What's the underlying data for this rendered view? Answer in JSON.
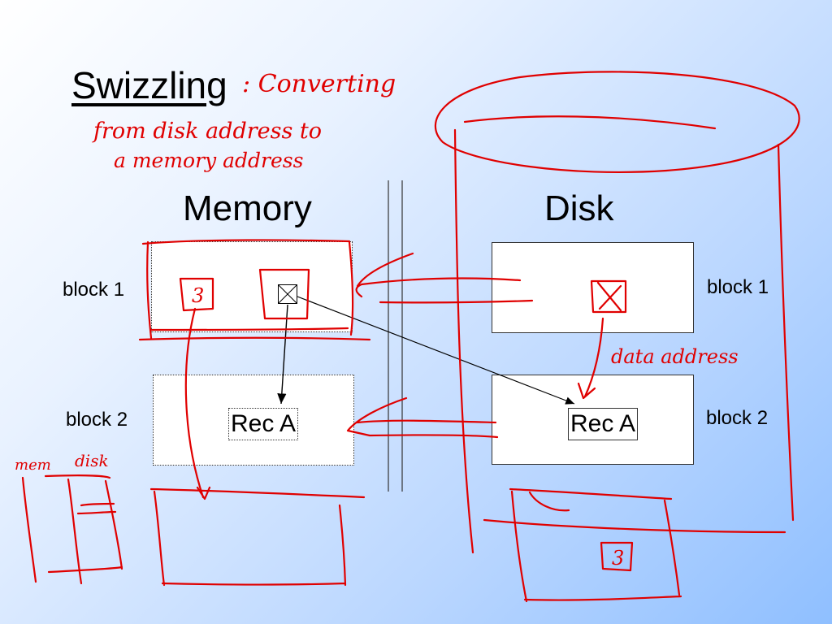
{
  "title": "Swizzling",
  "annotation": {
    "line1": ": Converting",
    "line2": "from disk address to",
    "line3": "a memory address",
    "data_address": "data address",
    "mem": "mem",
    "disk": "disk",
    "three_a": "3",
    "three_b": "3"
  },
  "memory": {
    "heading": "Memory",
    "block1_label": "block 1",
    "block2_label": "block 2",
    "record": "Rec A"
  },
  "disk": {
    "heading": "Disk",
    "block1_label": "block 1",
    "block2_label": "block 2",
    "record": "Rec A"
  },
  "colors": {
    "ink": "#e00000",
    "text": "#000000"
  }
}
